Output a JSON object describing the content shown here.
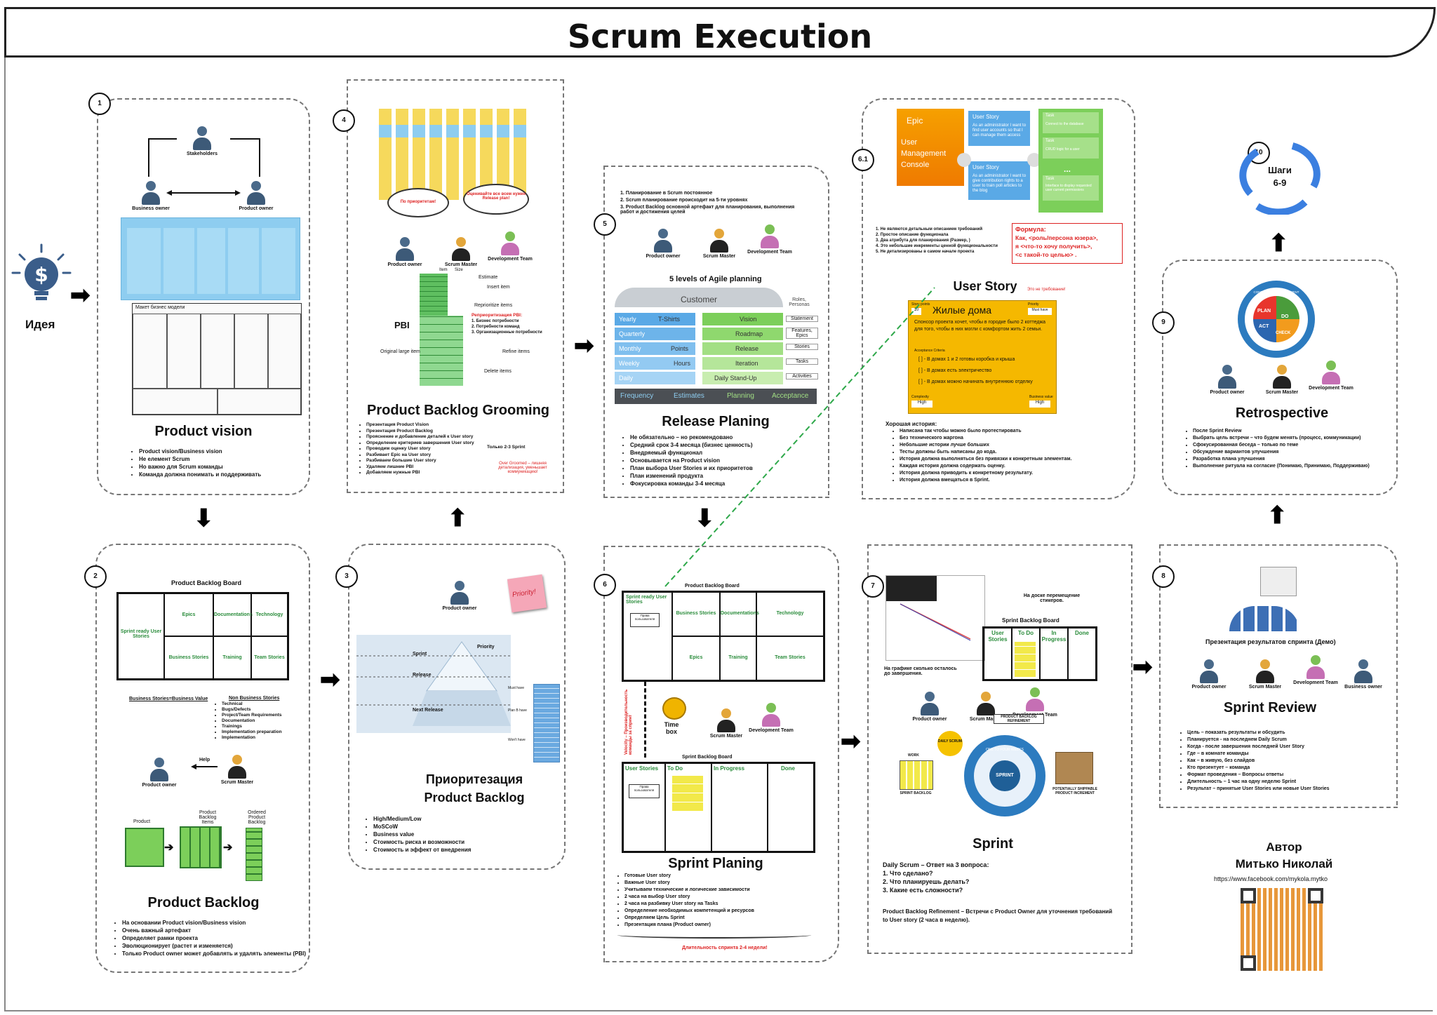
{
  "title": "Scrum Execution",
  "idea": {
    "label": "Идея",
    "icon": "lightbulb-dollar-icon"
  },
  "colors": {
    "accent_green": "#2a8c3b",
    "red_text": "#d22",
    "agile_blue": "#5aa9e6",
    "agile_green": "#7ccf5a",
    "story_yellow": "#f5b800",
    "canvas_blue": "#8ecdf0"
  },
  "p1": {
    "num": "1",
    "stakeholders": "Stakeholders",
    "business_owner": "Business owner",
    "product_owner": "Product owner",
    "canvas_label": "Макет бизнес модели",
    "title": "Product vision",
    "bullets": [
      "Product vision/Business vision",
      "Не елемент Scrum",
      "Но важно для Scrum команды",
      "Команда должна понимать и поддерживать"
    ]
  },
  "p2": {
    "num": "2",
    "board_title": "Product Backlog Board",
    "cells": [
      "Epics",
      "Documentations",
      "Technology",
      "Business Stories",
      "Training",
      "Team Stories"
    ],
    "left_cell": "Sprint ready User Stories",
    "left_caption": "Business Stories=Business Value",
    "right_caption": "Non Business Stories",
    "nb_list": [
      "Technical",
      "Bugs/Defects",
      "Project/Team Requirements",
      "Documentation",
      "Trainings",
      "Implementation preparation",
      "Implementation"
    ],
    "help": "Help",
    "product_owner": "Product owner",
    "scrum_master": "Scrum Master",
    "cube_labels": [
      "Product",
      "Product Backlog Items",
      "Ordered Product Backlog"
    ],
    "title": "Product Backlog",
    "bullets": [
      "На основании Product vision/Business vision",
      "Очень важный артефакт",
      "Определяет рамки проекта",
      "Эволюционирует (растет и изменяется)",
      "Только Product owner может добавлять и удалять элементы (PBI)"
    ]
  },
  "p3": {
    "num": "3",
    "product_owner": "Product owner",
    "sticky": "Priority!",
    "levels": [
      "Sprint",
      "Release",
      "Next Release"
    ],
    "priority": "Priority",
    "right_labels": [
      "Must have",
      "Plan B have",
      "Won't have"
    ],
    "title": "Приоритезация Product Backlog",
    "bullets": [
      "High/Medium/Low",
      "MoSCoW",
      "Business value",
      "Стоимость риска и возможности",
      "Стоимость и эффект от внедрения"
    ]
  },
  "p4": {
    "num": "4",
    "cloud_left": "По приоритетам!",
    "cloud_right": "Оценивайте все всем нужен Release plan!",
    "product_owner": "Product owner",
    "scrum_master": "Scrum Master",
    "dev_team": "Development Team",
    "pbi": "PBI",
    "labels": [
      "Estimate",
      "Insert item",
      "Reprioritize items",
      "Refine items",
      "Delete items",
      "Original large item"
    ],
    "reprio_title": "Реприоритизация PBI:",
    "reprio_list": [
      "1. Бизнес потребности",
      "2. Потребности команд",
      "3. Организационные потребности"
    ],
    "item": "Item",
    "size": "Size",
    "title": "Product Backlog Grooming",
    "bullets": [
      "Презентация Product Vision",
      "Презентация Product Backlog",
      "Прояснение и добавление деталей к User story",
      "Определение критериев завершения User story",
      "Проводим оценку User story",
      "Разбивает Epic на User story",
      "Разбиваем большие User story",
      "Удаляем лишние PBI",
      "Добавляем нужные PBI"
    ],
    "side_note": "Только 2-3 Sprint",
    "red_note": "Over Groomed – лишняя детализация, уменьшает коммуникацию!"
  },
  "p5": {
    "num": "5",
    "intro": [
      "1. Планирование в Scrum постоянное",
      "2. Scrum планирование происходит на 5-ти уровнях",
      "3. Product Backlog основной артефакт для планирования, выполнения работ и достижения целей"
    ],
    "product_owner": "Product owner",
    "scrum_master": "Scrum Master",
    "dev_team": "Development Team",
    "levels_title": "5 levels of Agile planning",
    "customer": "Customer",
    "rows": [
      {
        "left": "Yearly",
        "mid": "T-Shirts",
        "right": "Vision",
        "col": "Statement"
      },
      {
        "left": "Quarterly",
        "mid": "",
        "right": "Roadmap",
        "col": "Features, Epics"
      },
      {
        "left": "Monthly",
        "mid": "Points",
        "right": "Release",
        "col": "Stories"
      },
      {
        "left": "Weekly",
        "mid": "Hours",
        "right": "Iteration",
        "col": "Tasks"
      },
      {
        "left": "Daily",
        "mid": "",
        "right": "Daily Stand-Up",
        "col": "Activities"
      }
    ],
    "roles": "Roles, Personas",
    "footer": [
      "Frequency",
      "Estimates",
      "Planning",
      "Acceptance"
    ],
    "title": "Release Planing",
    "bullets": [
      "Не обязательно – но рекомендовано",
      "Средний срок 3-4 месяца (бизнес ценность)",
      "Внедряемый функционал",
      "Основывается на Product vision",
      "План выбора User Stories и их приоритетов",
      "План изменений продукта",
      "Фокусировка команды 3-4 месяца"
    ]
  },
  "p6": {
    "num": "6",
    "board_title": "Product Backlog Board",
    "ready": "Sprint ready User Stories",
    "card": "Права пользователя",
    "cells": [
      "Business Stories",
      "Documentations",
      "Technology",
      "Epics",
      "Training",
      "Team Stories"
    ],
    "velocity": "Velocity – Производительность команды за спринт",
    "timebox": "Time box",
    "scrum_master": "Scrum Master",
    "dev_team": "Development Team",
    "sprint_board_title": "Sprint Backlog Board",
    "cols": [
      "User Stories",
      "To Do",
      "In Progress",
      "Done"
    ],
    "title": "Sprint Planing",
    "bullets": [
      "Готовые User story",
      "Важные User story",
      "Учитываем технические и логические зависимости",
      "2 часа на выбор User story",
      "2 часа на разбивку User story на Tasks",
      "Определение необходимых компетенций и ресурсов",
      "Определяем Цель Sprint",
      "Презентация плана (Product owner)"
    ],
    "duration": "Длительность спринта 2-4 недели!"
  },
  "p61": {
    "num": "6.1",
    "epic": "Epic",
    "epic_sub": "User Management Console",
    "us1": "User Story",
    "us1_text": "As an administrator I want to find user accounts so that I can manage them access",
    "us2": "User Story",
    "us2_text": "As an administrator I want to give contribution rights to a user to train poll articles to the blog",
    "task1": "Task",
    "task1_text": "Connect to the database",
    "task2": "Task",
    "task2_text": "CRUD logic for a user",
    "task3": "Task",
    "task3_text": "Interface to display requested user current permissions",
    "dots": "...",
    "notes": [
      "1. Не являются детальным описанием требований",
      "2. Простое описание функционала",
      "3. Два атрибута для планирования (Размер, )",
      "4. Это небольшие инкременты ценной функциональности",
      "5. Не детализированы в самом начале проекта"
    ],
    "formula_title": "Формула:",
    "formula": [
      "Как, <роль/персона юзера>,",
      "я <что-то хочу получить>,",
      "<с такой-то целью> ."
    ],
    "story_title": "User Story",
    "red": "Это не требование!",
    "story_points": "Story points",
    "story_points_value": "10",
    "priority_label": "Priority",
    "priority_value": "Must have",
    "house": "Жилые дома",
    "sponsor": "Спонсор проекта хочет, чтобы в городке было 2 коттеджа для того, чтобы в них могли с комфортом жить 2 семьи.",
    "acceptance": "Acceptance Criteria",
    "ac": [
      "[ ] - В домах 1 и 2 готовы коробка и крыша",
      "[ ] - В домах есть электричество",
      "[ ] - В домах можно начинать внутреннюю отделку"
    ],
    "complexity": "Complexity",
    "complexity_value": "High",
    "business": "Business value",
    "business_value": "High",
    "good_title": "Хорошая история:",
    "good": [
      "Написана так чтобы можно было протестировать",
      "Без технического жаргона",
      "Небольшие истории лучше больших",
      "Тесты должны быть написаны до кода.",
      "История должна выполняться без привязки к конкретным элементам.",
      "Каждая история должна содержать оценку.",
      "История должна приводить к конкретному результату.",
      "История должна вмещаться в Sprint."
    ]
  },
  "p7": {
    "num": "7",
    "burn_note": "На графике сколько осталось до завершения.",
    "sticker_note": "На доске перемещение стикеров.",
    "board_title": "Sprint Backlog Board",
    "cols": [
      "User Stories",
      "To Do",
      "In Progress",
      "Done"
    ],
    "product_owner": "Product owner",
    "scrum_master": "Scrum Master",
    "dev_team": "Development Team",
    "daily": "DAILY SCRUM",
    "refinement": "PRODUCT BACKLOG REFINEMENT",
    "sprint_center": "SPRINT",
    "work": "WORK",
    "sprint_backlog": "SPRINT BACKLOG",
    "increment": "POTENTIALLY SHIPPABLE PRODUCT INCREMENT",
    "ring": "ONE TO FOUR WEEKS",
    "title": "Sprint",
    "daily_line": "Daily Scrum – Ответ на 3 вопроса:",
    "questions": [
      "1. Что сделано?",
      "2. Что планируешь делать?",
      "3. Какие есть сложности?"
    ],
    "refine_line": "Product Backlog Refinement – Встречи с Product Owner для уточнения требований to User story (2 часа в неделю)."
  },
  "p8": {
    "num": "8",
    "demo": "Презентация результатов спринта (Демо)",
    "product_owner": "Product owner",
    "scrum_master": "Scrum Master",
    "dev_team": "Development Team",
    "business_owner": "Business owner",
    "title": "Sprint Review",
    "bullets": [
      "Цель – показать результаты и обсудить",
      "Планируется - на последнем Daily Scrum",
      "Когда - после завершения последней User Story",
      "Где – в комнате команды",
      "Как – в живую, без слайдов",
      "Кто презентует – команда",
      "Формат проведения – Вопросы ответы",
      "Длительность – 1 час на одну неделю Sprint",
      "Результат – принятые User Stories или новые User Stories"
    ]
  },
  "p9": {
    "num": "9",
    "pdca": [
      "PLAN",
      "DO",
      "CHECK",
      "ACT"
    ],
    "ring": "CONTINUOUS IMPROVEMENT",
    "product_owner": "Product owner",
    "scrum_master": "Scrum Master",
    "dev_team": "Development Team",
    "title": "Retrospective",
    "bullets": [
      "После Sprint Review",
      "Выбрать цель встречи – что будем менять (процесс, коммуникации)",
      "Сфокусированная беседа – только по теме",
      "Обсуждение вариантов улучшения",
      "Разработка плана улучшения",
      "Выполнение ритуала на согласие (Понимаю, Принимаю, Поддерживаю)"
    ]
  },
  "p10": {
    "num": "10",
    "text": "Шаги 6-9"
  },
  "author": {
    "label": "Автор",
    "name": "Митько Николай",
    "url": "https://www.facebook.com/mykola.mytko"
  }
}
